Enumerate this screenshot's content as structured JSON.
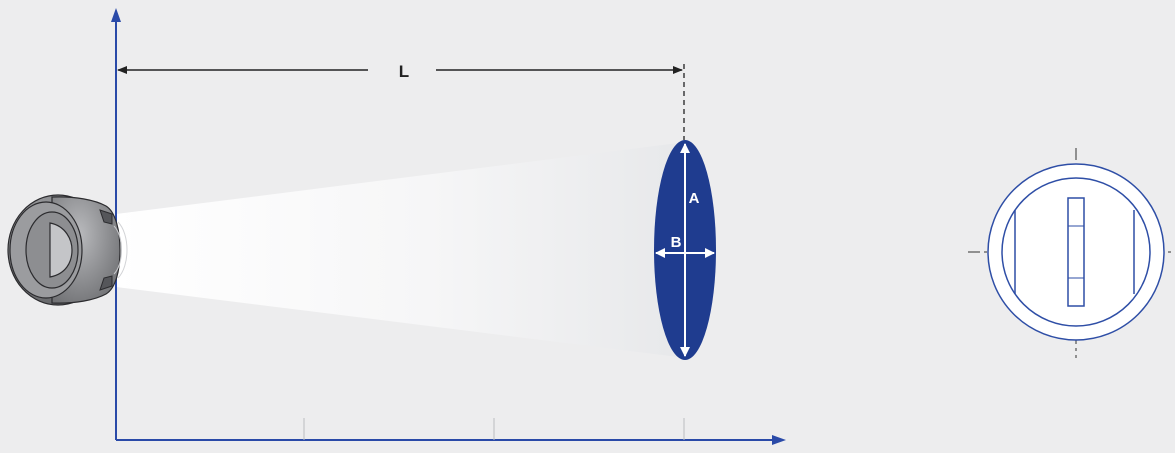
{
  "labels": {
    "length": "L",
    "major_axis": "A",
    "minor_axis": "B"
  },
  "colors": {
    "background": "#ededee",
    "axis": "#2a4aa8",
    "spray_ellipse": "#1f3c8f",
    "nozzle_body": "#8c8d90",
    "outline_blue": "#2e4ea6",
    "dimension_line": "#222222"
  },
  "icons": {
    "nozzle": "spray-nozzle-icon",
    "nozzle_end_view": "nozzle-end-view-icon"
  }
}
